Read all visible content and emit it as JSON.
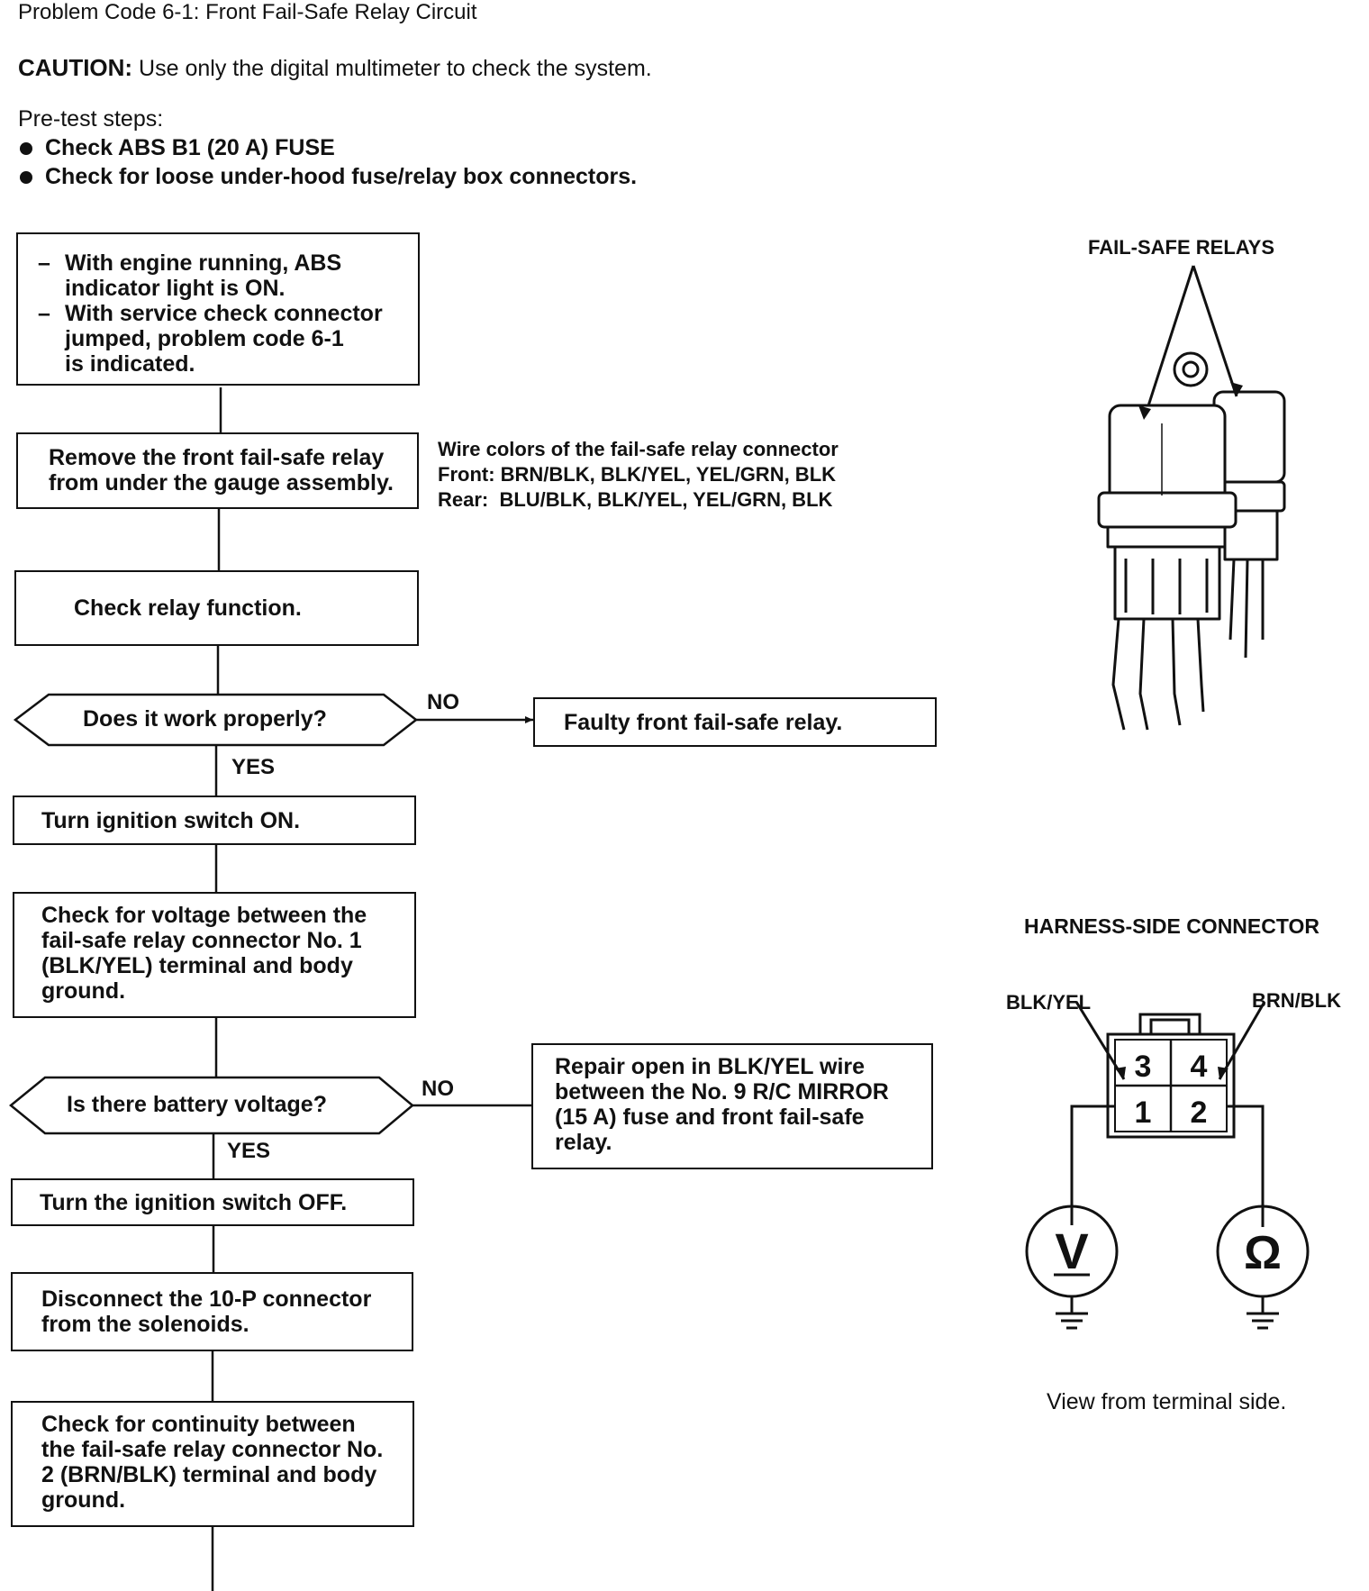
{
  "title": "Problem Code 6-1: Front Fail-Safe Relay Circuit",
  "caution": {
    "label": "CAUTION:",
    "text": "Use only the digital multimeter to check the system."
  },
  "pretest": {
    "heading": "Pre-test steps:",
    "items": [
      "Check ABS B1 (20 A) FUSE",
      "Check for loose under-hood fuse/relay box connectors."
    ]
  },
  "flow": {
    "start": {
      "dash_marker": "–",
      "items": [
        [
          "With engine running, ABS",
          "indicator light is ON."
        ],
        [
          "With service check connector",
          "jumped, problem code 6-1",
          "is indicated."
        ]
      ]
    },
    "step_remove": [
      "Remove the front fail-safe relay",
      "from under the gauge assembly."
    ],
    "step_check_relay": "Check  relay  function.",
    "decision_works": "Does  it  work  properly?",
    "result_faulty": "Faulty  front  fail-safe  relay.",
    "step_ign_on": "Turn ignition switch ON.",
    "step_voltage": [
      "Check for voltage between the",
      "fail-safe relay connector No. 1",
      "(BLK/YEL) terminal and body",
      "ground."
    ],
    "decision_voltage": "Is  there  battery  voltage?",
    "result_repair": [
      "Repair open in BLK/YEL wire",
      "between the No. 9 R/C MIRROR",
      "(15 A) fuse and front fail-safe",
      "relay."
    ],
    "step_ign_off": "Turn the ignition switch OFF.",
    "step_disconnect": [
      "Disconnect the 10-P connector",
      "from the solenoids."
    ],
    "step_continuity": [
      "Check for continuity between",
      "the fail-safe relay connector No.",
      "2 (BRN/BLK) terminal and body",
      "ground."
    ],
    "yes_label": "YES",
    "no_label": "NO"
  },
  "wire_colors": {
    "heading": "Wire colors of the fail-safe relay connector",
    "front": "Front: BRN/BLK, BLK/YEL, YEL/GRN, BLK",
    "rear": "Rear:  BLU/BLK, BLK/YEL, YEL/GRN, BLK"
  },
  "relay_figure": {
    "label": "FAIL-SAFE RELAYS"
  },
  "connector_figure": {
    "title": "HARNESS-SIDE CONNECTOR",
    "left_wire": "BLK/YEL",
    "right_wire": "BRN/BLK",
    "terminals": [
      "3",
      "4",
      "1",
      "2"
    ],
    "voltmeter_symbol": "V",
    "ohmmeter_symbol": "Ω",
    "caption": "View from terminal side."
  }
}
